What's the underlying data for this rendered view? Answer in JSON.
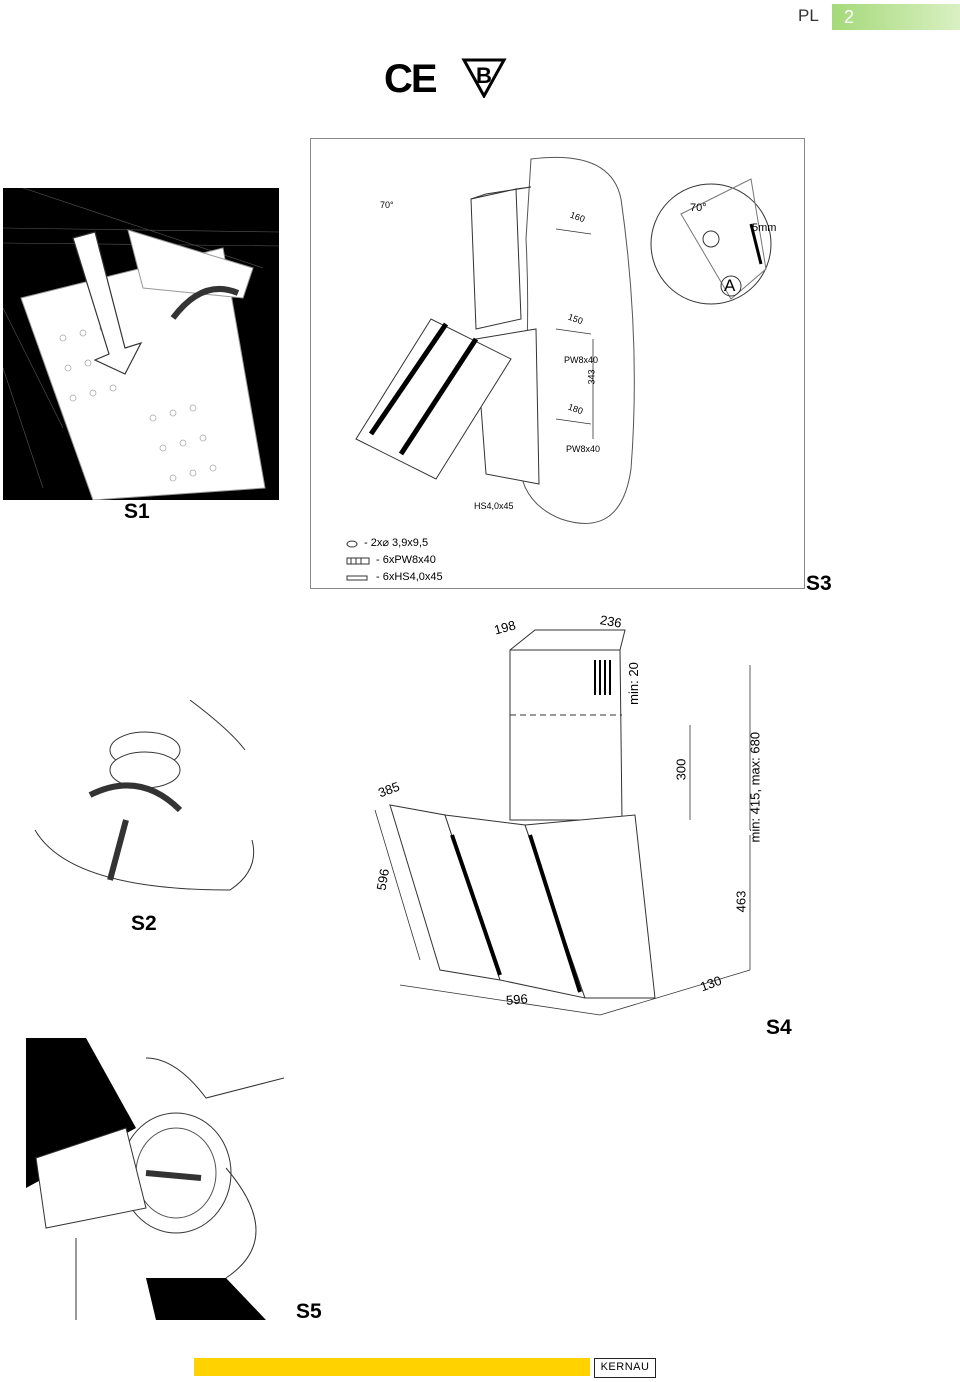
{
  "header": {
    "language": "PL",
    "page_number": "2"
  },
  "marks": {
    "ce": "CE",
    "b_mark": "B"
  },
  "figures": {
    "s1": "S1",
    "s2": "S2",
    "s3": "S3",
    "s4": "S4",
    "s5": "S5"
  },
  "s3": {
    "angle": "70°",
    "gap": "5mm",
    "detail_letter": "A",
    "dim_160": "160",
    "dim_150": "150",
    "dim_180": "180",
    "dim_343": "343",
    "plug_top": "PW8x40",
    "plug_bottom": "PW8x40",
    "screw_label": "HS4,0x45",
    "legend": [
      "- 2x⌀ 3,9x9,5",
      "- 6xPW8x40",
      "- 6xHS4,0x45"
    ]
  },
  "s4": {
    "chimney_depth": "198",
    "chimney_width": "236",
    "min_gap": "min: 20",
    "chimney_height": "300",
    "range": "min: 415, max: 680",
    "panel_depth": "385",
    "panel_height": "596",
    "width": "596",
    "body_height": "463",
    "body_depth": "130"
  },
  "footer": {
    "brand": "KERNAU",
    "accent_color": "#FFD200"
  }
}
